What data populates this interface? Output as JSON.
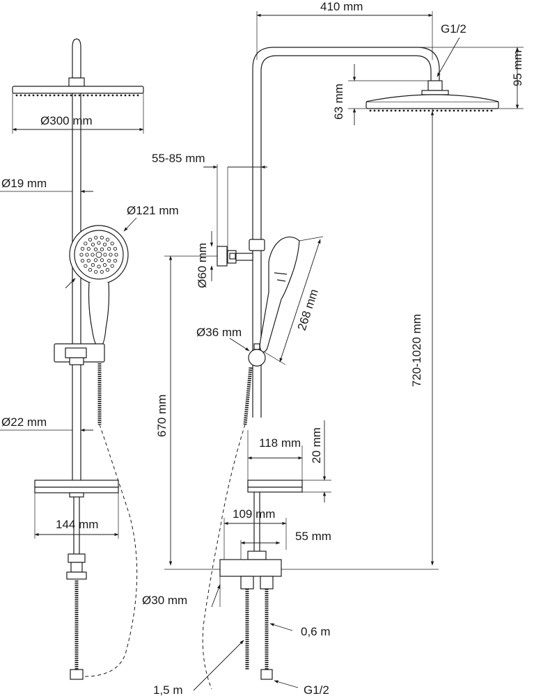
{
  "dimensions": {
    "rain_head_diameter": "300 mm",
    "rail_diameter": "19 mm",
    "hand_shower_diameter": "121 mm",
    "lower_pipe_diameter": "22 mm",
    "shelf_width": "144 mm",
    "arm_reach": "410 mm",
    "connector": "G1/2",
    "arm_height": "95 mm",
    "head_height": "63 mm",
    "holder_adjust": "55-85 mm",
    "holder_diameter": "60 mm",
    "hand_shower_length": "268 mm",
    "knob_diameter": "36 mm",
    "height_range": "720-1020 mm",
    "height_670": "670 mm",
    "shelf_depth": "118 mm",
    "shelf_thickness": "20 mm",
    "mixer_width": "109 mm",
    "mixer_offset": "55 mm",
    "mixer_diameter": "30 mm",
    "length_short": "0,6 m",
    "length_long": "1,5 m",
    "connector_bottom": "G1/2"
  },
  "diameter_symbol": "Ø",
  "colors": {
    "line": "#1a1a1a",
    "background": "#ffffff"
  }
}
